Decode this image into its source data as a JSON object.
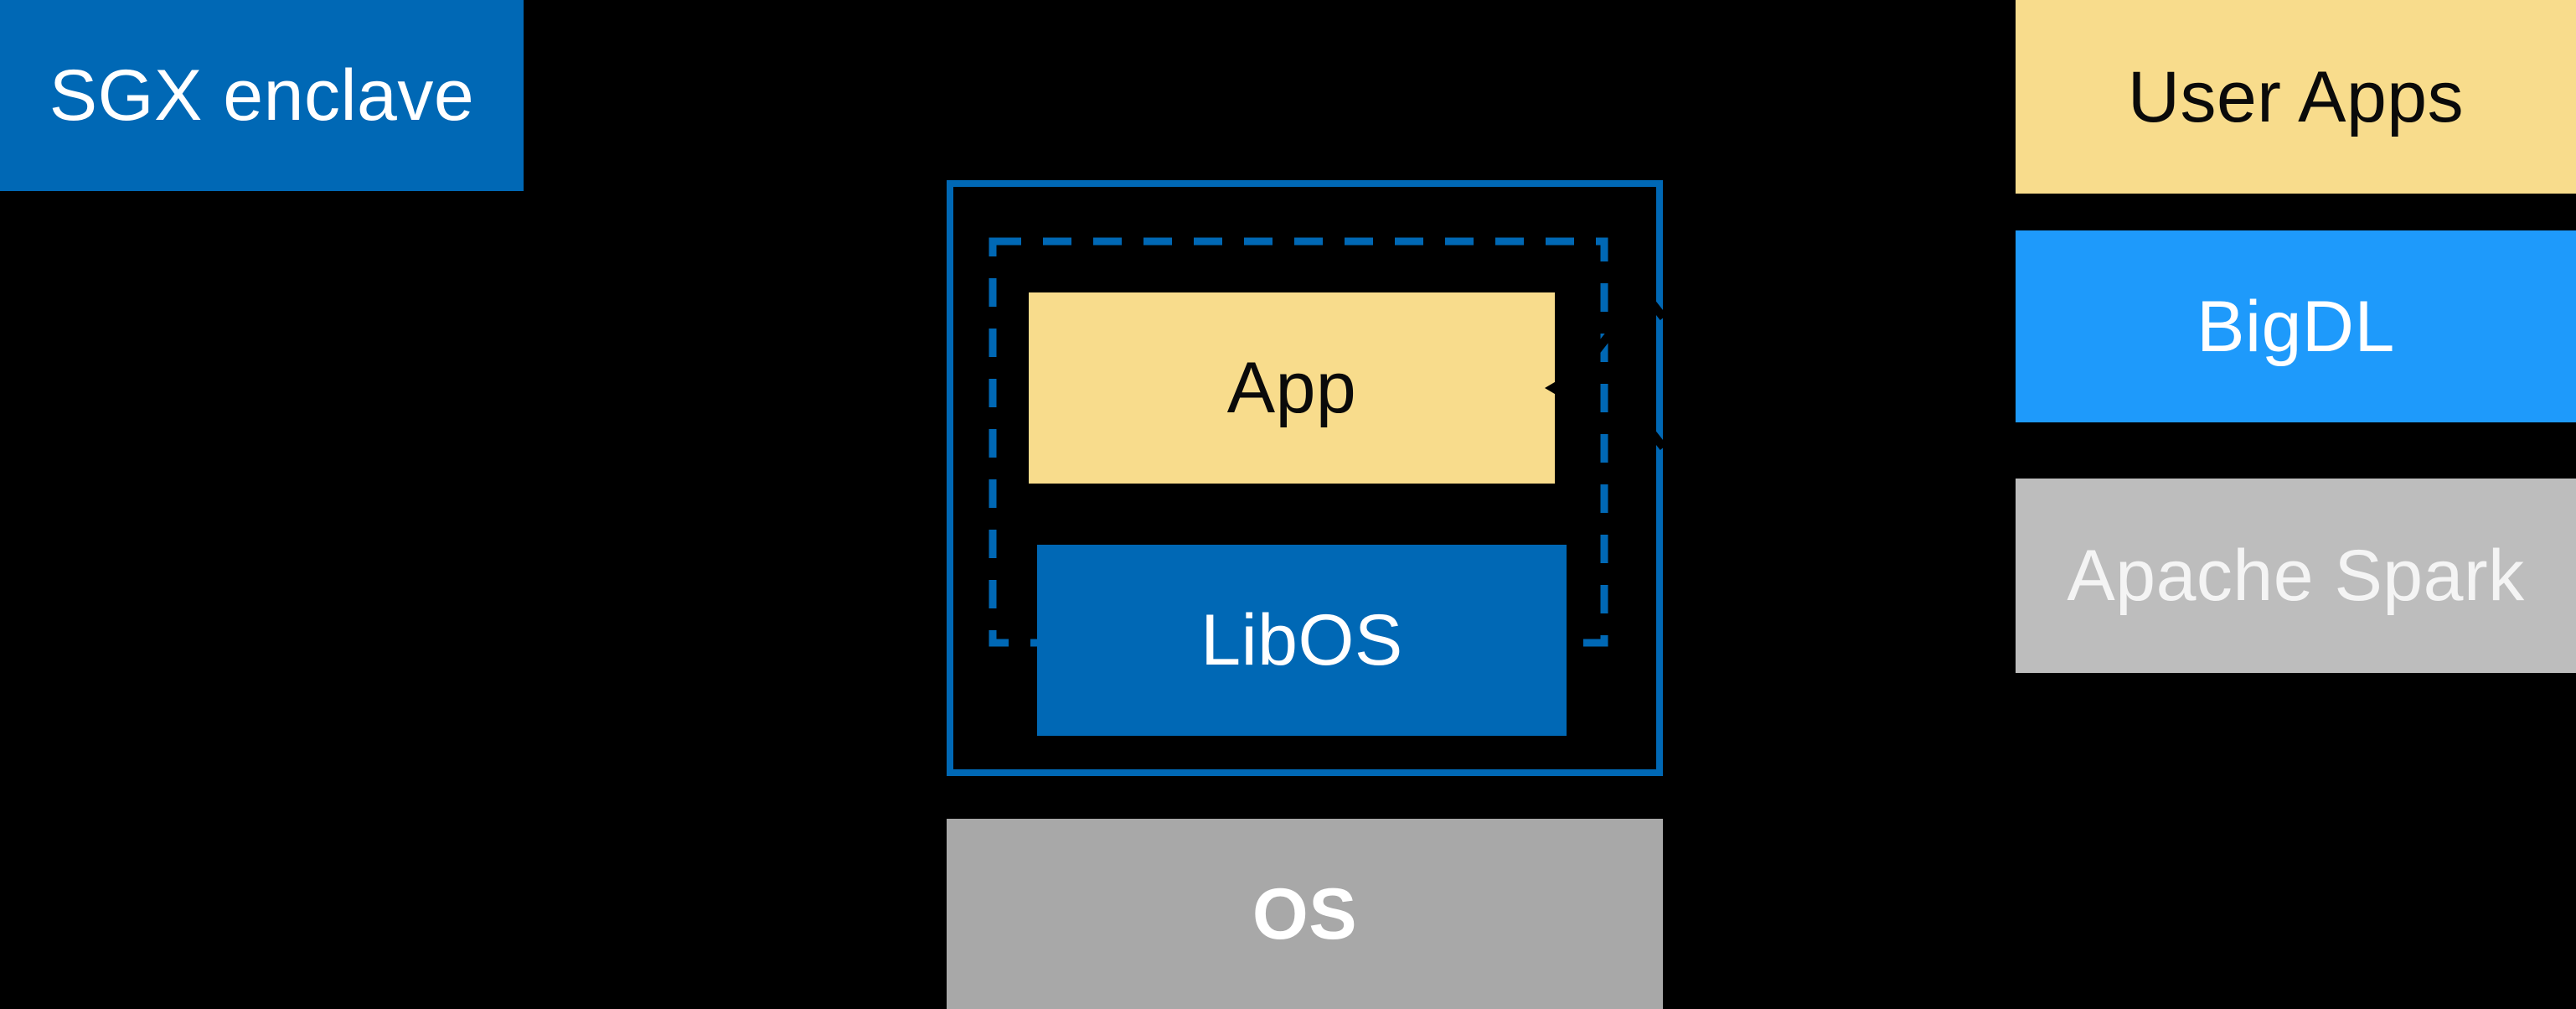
{
  "diagram": {
    "left": {
      "sgx_enclave_label": "SGX enclave"
    },
    "center": {
      "app_label": "App",
      "libos_label": "LibOS",
      "os_label": "OS"
    },
    "right_stack": {
      "user_apps_label": "User Apps",
      "bigdl_label": "BigDL",
      "apache_spark_label": "Apache Spark"
    },
    "colors": {
      "bg": "#000000",
      "intel_blue": "#0068B5",
      "azure": "#1E9AFB",
      "yellow": "#F8DC8C",
      "gray_os": "#A8A8A8",
      "gray_spark": "#BDBDBD",
      "text_dark": "#0A0A0A",
      "text_light": "#FFFFFF",
      "spark_text": "#F4F4F4",
      "fragment": "#000000"
    }
  }
}
